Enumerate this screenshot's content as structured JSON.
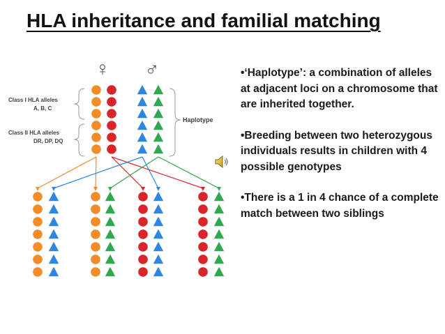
{
  "slide": {
    "title": "HLA inheritance and familial matching",
    "bullets": [
      "•‘Haplotype’: a combination of alleles at adjacent loci on a chromosome that are inherited together.",
      "•Breeding between two heterozygous individuals results in children with 4 possible genotypes",
      "•There is a 1 in 4 chance of a complete match between two siblings"
    ]
  },
  "diagram": {
    "female_symbol": "♀",
    "male_symbol": "♂",
    "class_i_label": "Class I HLA alleles",
    "class_i_loci": "A, B, C",
    "class_ii_label": "Class II HLA alleles",
    "class_ii_loci": "DR, DP, DQ",
    "haplotype_label": "Haplotype",
    "colors": {
      "maternal_orange": "#f28c28",
      "maternal_red": "#d9252a",
      "paternal_blue": "#2e86de",
      "paternal_green": "#2fa84f",
      "brace": "#999999"
    },
    "shapes": {
      "orange": "circle",
      "red": "circle",
      "blue": "triangle",
      "green": "triangle"
    },
    "children": [
      [
        "orange",
        "blue"
      ],
      [
        "orange",
        "green"
      ],
      [
        "red",
        "blue"
      ],
      [
        "red",
        "green"
      ]
    ]
  },
  "media": {
    "icon": "speaker-icon"
  }
}
